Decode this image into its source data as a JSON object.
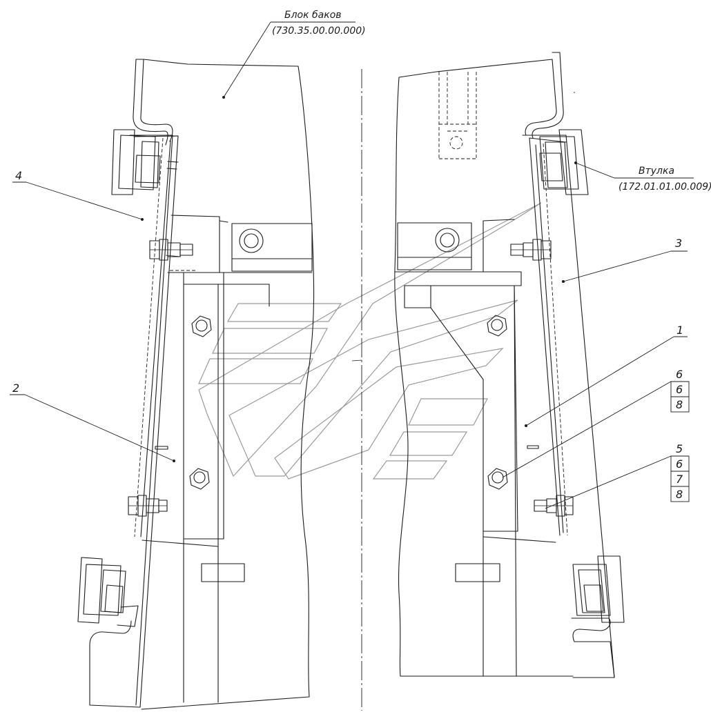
{
  "labels": {
    "tank_block": {
      "name": "Блок баков",
      "code": "(730.35.00.00.000)"
    },
    "bushing": {
      "name": "Втулка",
      "code": "(172.01.01.00.009)"
    }
  },
  "positions": {
    "p1": "1",
    "p2": "2",
    "p3": "3",
    "p4": "4"
  },
  "callouts": {
    "c6": {
      "head": "6",
      "rows": [
        "6",
        "8"
      ]
    },
    "c5": {
      "head": "5",
      "rows": [
        "6",
        "7",
        "8"
      ]
    }
  }
}
